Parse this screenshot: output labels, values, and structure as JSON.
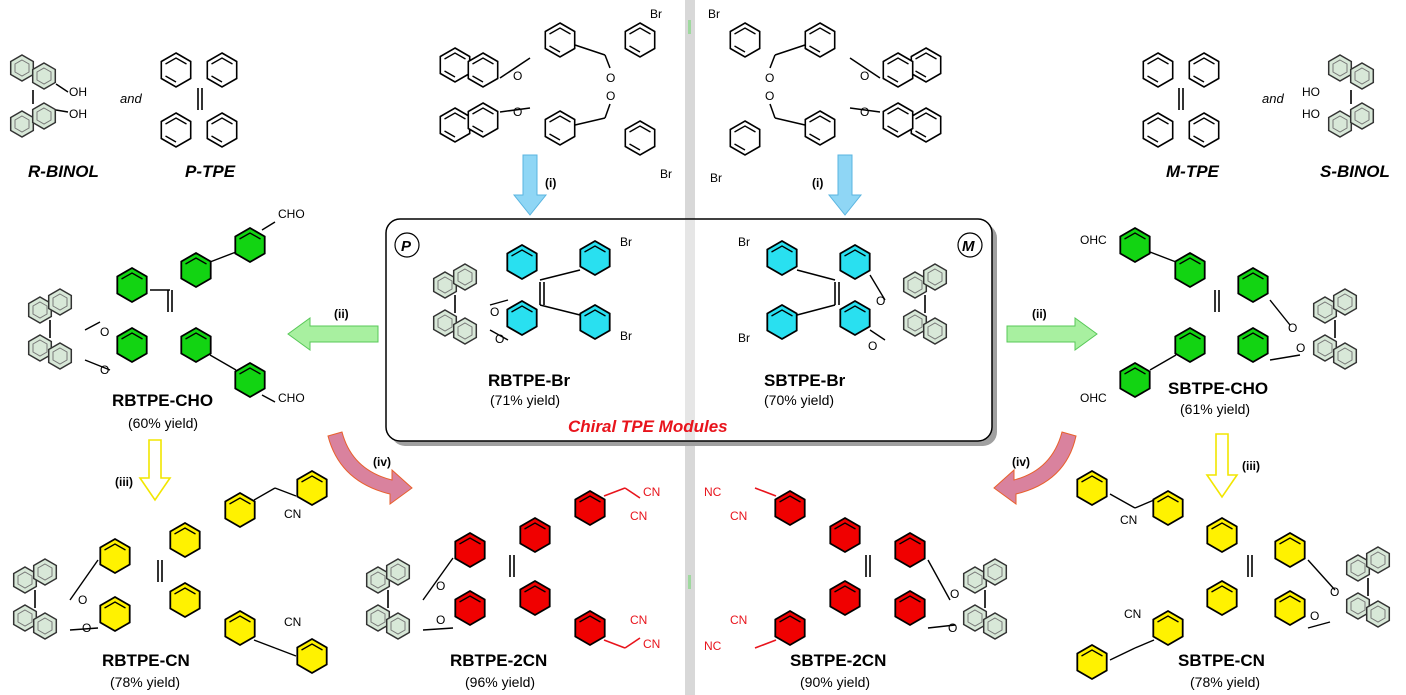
{
  "labels": {
    "r_binol": "R-BINOL",
    "and_left": "and",
    "p_tpe": "P-TPE",
    "m_tpe": "M-TPE",
    "and_right": "and",
    "s_binol": "S-BINOL",
    "module_title": "Chiral TPE Modules",
    "helix_p": "P",
    "helix_m": "M"
  },
  "steps": {
    "i": "(i)",
    "ii": "(ii)",
    "iii": "(iii)",
    "iv": "(iv)"
  },
  "compounds": [
    {
      "name": "RBTPE-Br",
      "yield": "(71% yield)"
    },
    {
      "name": "SBTPE-Br",
      "yield": "(70% yield)"
    },
    {
      "name": "RBTPE-CHO",
      "yield": "(60% yield)"
    },
    {
      "name": "SBTPE-CHO",
      "yield": "(61% yield)"
    },
    {
      "name": "RBTPE-CN",
      "yield": "(78% yield)"
    },
    {
      "name": "RBTPE-2CN",
      "yield": "(96% yield)"
    },
    {
      "name": "SBTPE-2CN",
      "yield": "(90% yield)"
    },
    {
      "name": "SBTPE-CN",
      "yield": "(78% yield)"
    }
  ],
  "atoms": {
    "oh": "OH",
    "ho": "HO",
    "br": "Br",
    "o": "O",
    "cho": "CHO",
    "ohc": "OHC",
    "cn": "CN",
    "nc": "NC"
  },
  "colors": {
    "cyan": "#29e0f0",
    "green": "#12d412",
    "yellow": "#fff200",
    "red": "#f00000",
    "arrow_blue": "#8fd6f5",
    "arrow_green": "#a8f0a0",
    "arrow_yellow": "#ffffff",
    "arrow_pink": "#d9829e",
    "title_red": "#e8141c"
  }
}
